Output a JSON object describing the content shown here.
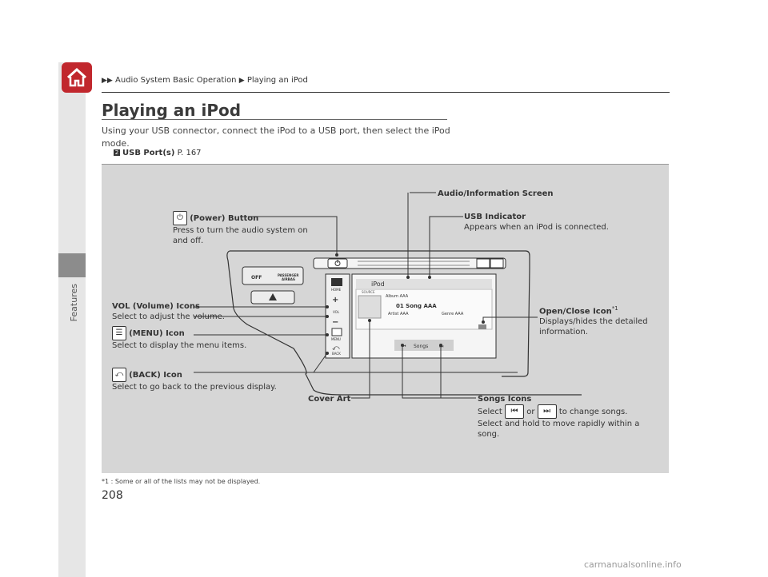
{
  "breadcrumb": {
    "section": "Audio System Basic Operation",
    "page": "Playing an iPod"
  },
  "sidebar": {
    "label": "Features"
  },
  "title": "Playing an iPod",
  "intro": "Using your USB connector, connect the iPod to a USB port, then select the iPod mode.",
  "xref": {
    "label": "USB Port(s)",
    "page": "P. 167"
  },
  "figure": {
    "screen_title": "iPod",
    "source_label": "SOURCE",
    "album": "Album AAA",
    "song": "01 Song AAA",
    "artist": "Artist AAA",
    "genre": "Genre AAA",
    "songs_button": "Songs",
    "home_label": "HOME",
    "vol_label": "VOL",
    "menu_label": "MENU",
    "back_label": "BACK",
    "off_label": "OFF",
    "airbag_label": "PASSENGER AIRBAG"
  },
  "callouts": {
    "audio_screen": "Audio/Information Screen",
    "power_title": "(Power) Button",
    "power_desc": "Press to turn the audio system on and off.",
    "usb_title": "USB Indicator",
    "usb_desc": "Appears when an iPod is connected.",
    "vol_title": "VOL (Volume) Icons",
    "vol_desc": "Select to adjust the volume.",
    "menu_title": "(MENU) Icon",
    "menu_desc": "Select to display the menu items.",
    "back_title": "(BACK) Icon",
    "back_desc": "Select to go back to the previous display.",
    "open_title": "Open/Close Icon",
    "open_sup": "*1",
    "open_desc": "Displays/hides the detailed information.",
    "cover_art": "Cover Art",
    "songs_title": "Songs Icons",
    "songs_desc_pre": "Select",
    "songs_desc_or": "or",
    "songs_desc_post": "to change songs.",
    "songs_desc2": "Select and hold to move rapidly within a song."
  },
  "footnote": "*1 : Some or all of the lists may not be displayed.",
  "page_number": "208",
  "watermark": "carmanualsonline.info"
}
